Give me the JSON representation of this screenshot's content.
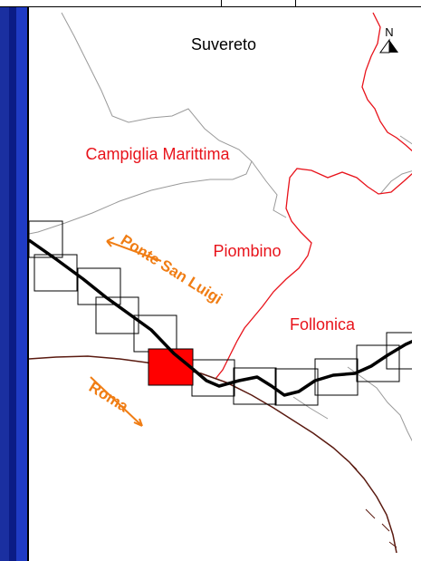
{
  "map": {
    "labels": {
      "north": "N",
      "suvereto": "Suvereto",
      "campiglia": "Campiglia Marittima",
      "piombino": "Piombino",
      "follonica": "Follonica",
      "ponte_san_luigi": "Ponte San Luigi",
      "roma": "Roma"
    },
    "colors": {
      "municipality_label": "#e8131b",
      "municipal_border": "#e8131b",
      "direction_label": "#f07d14",
      "highlight_tile": "#ff0000",
      "route_line": "#000000",
      "coastline": "#5a1a10",
      "grey_border": "#9a9a9a",
      "frame_blue": "#1a2fa0"
    }
  }
}
